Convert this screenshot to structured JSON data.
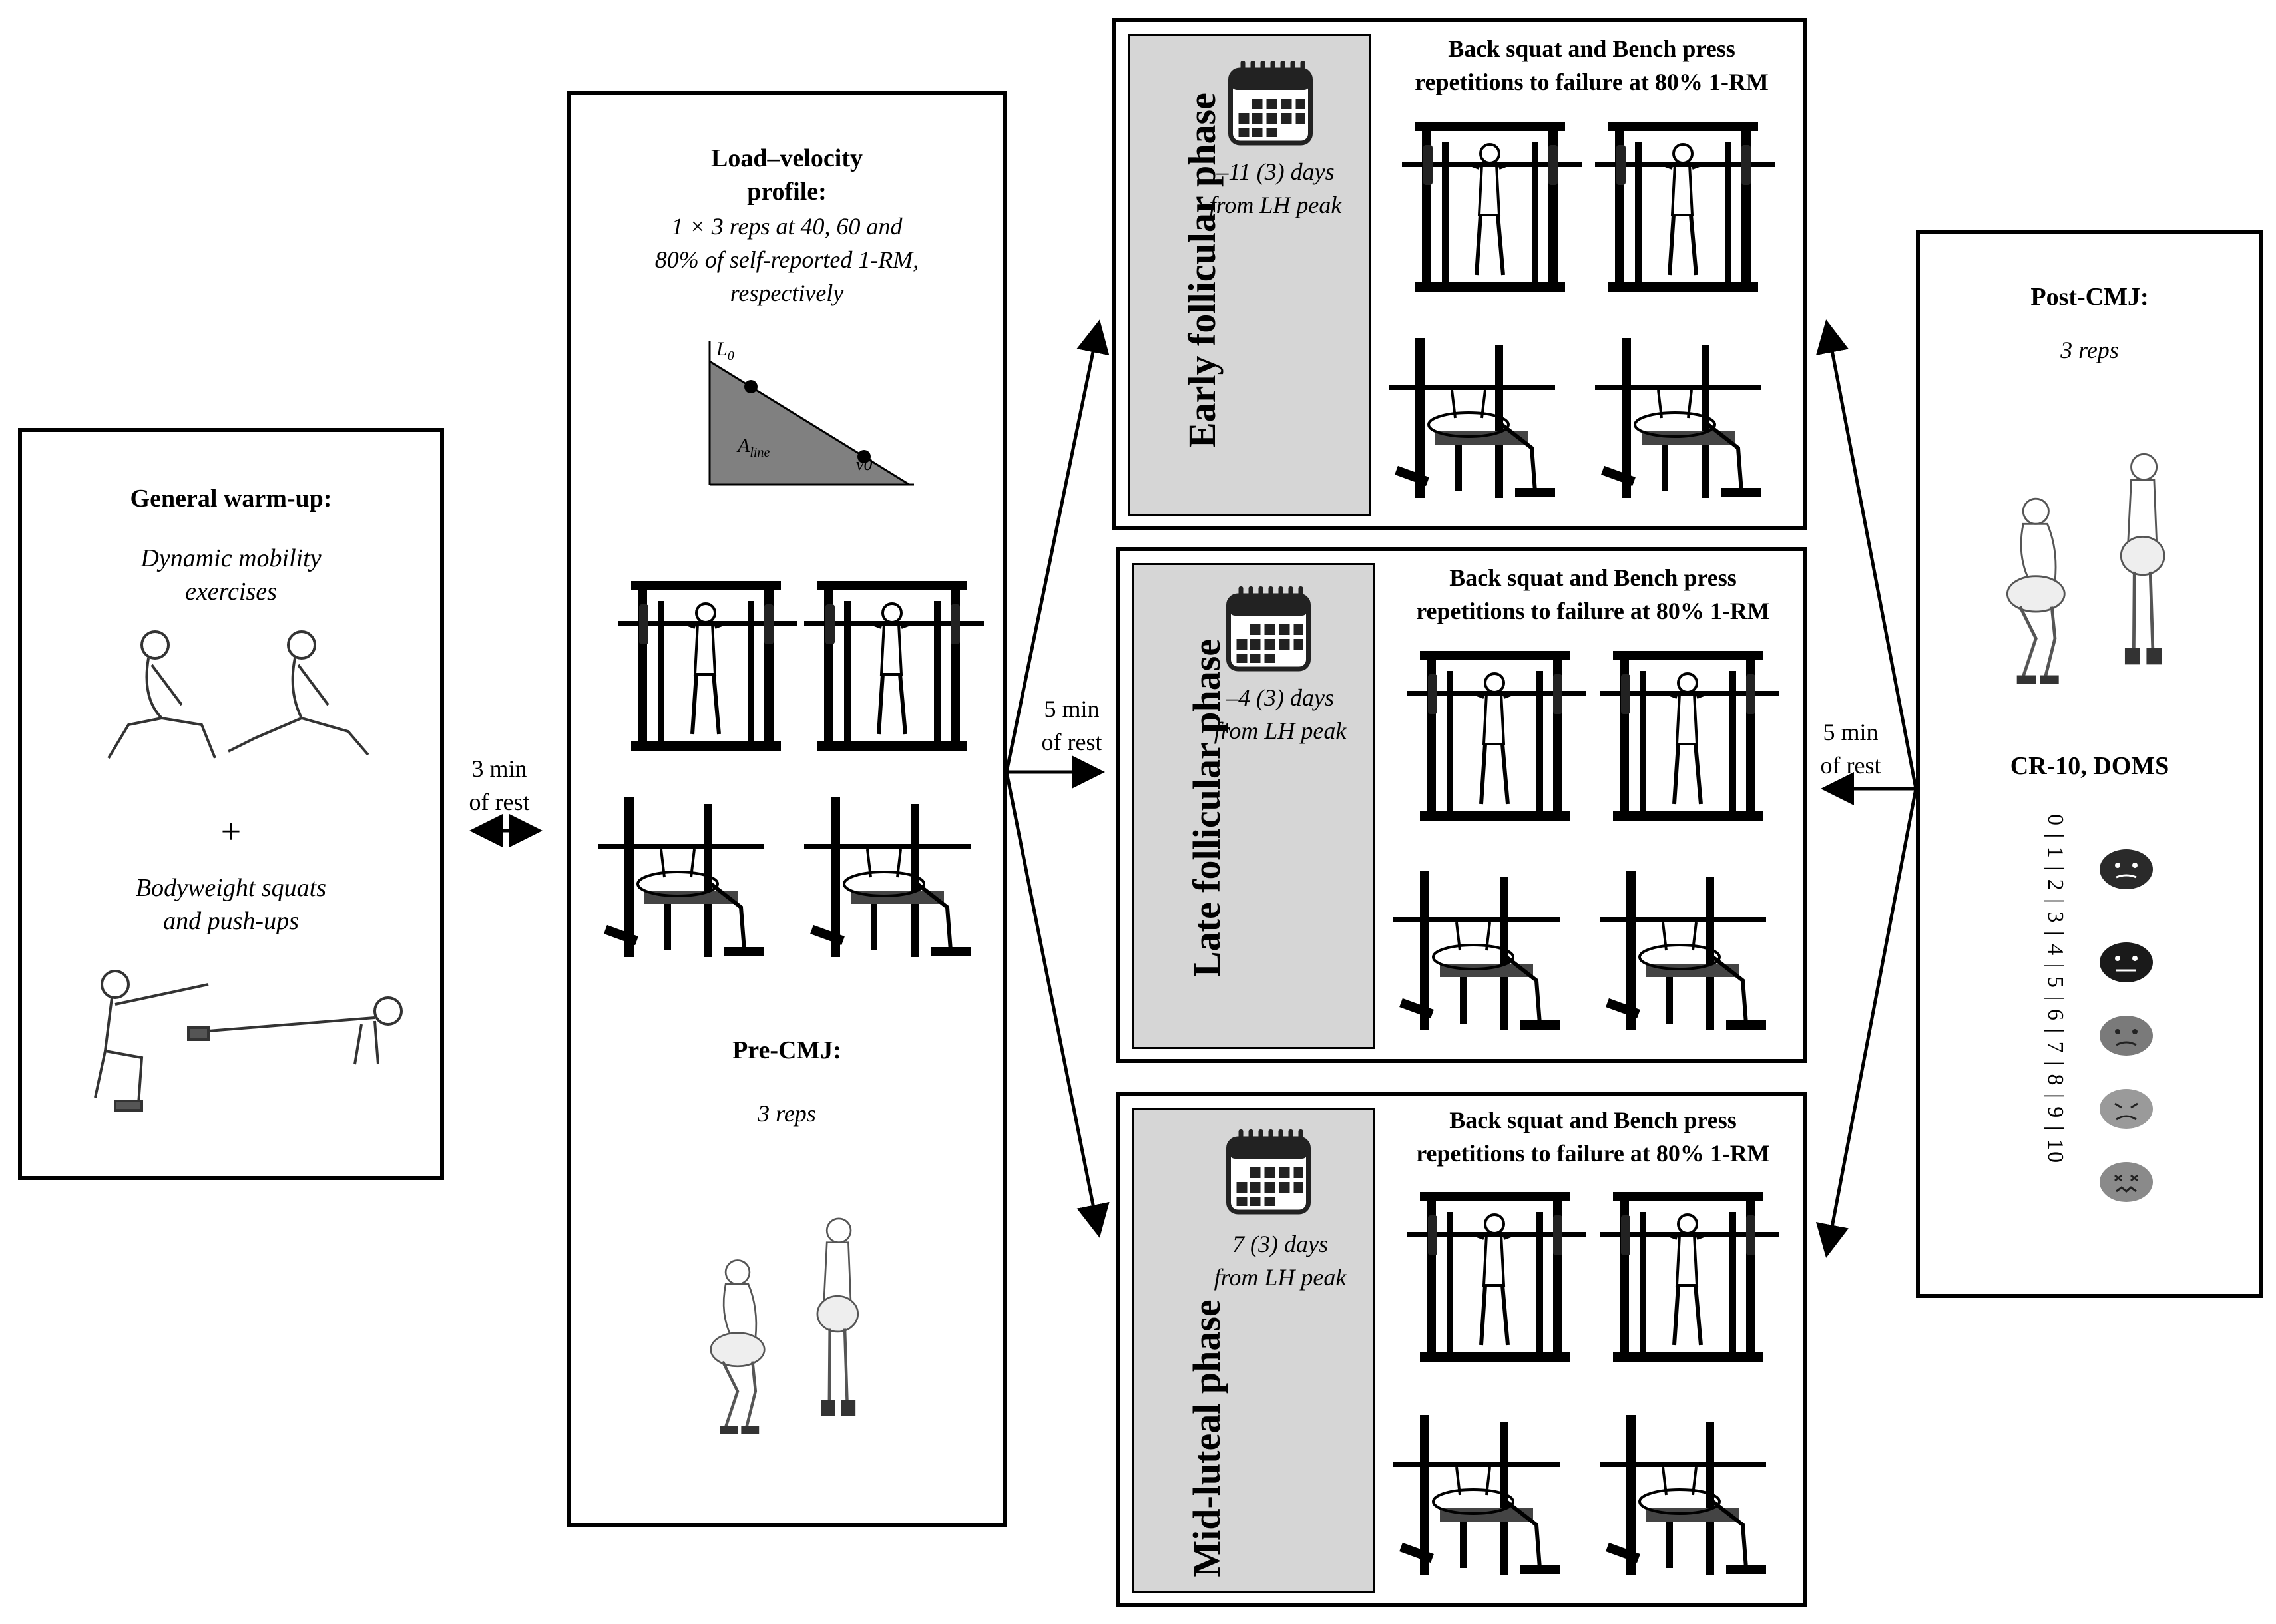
{
  "warmup": {
    "title": "General warm-up:",
    "mobility": [
      "Dynamic mobility",
      "exercises"
    ],
    "plus": "+",
    "bodyweight": [
      "Bodyweight squats",
      "and push-ups"
    ]
  },
  "rest1": [
    "3 min",
    "of rest"
  ],
  "lvp": {
    "title": [
      "Load–velocity",
      "profile:"
    ],
    "desc": [
      "1 × 3 reps at 40, 60 and",
      "80% of self-reported 1-RM,",
      "respectively"
    ],
    "graph": {
      "l0": "L",
      "l0_sub": "0",
      "aline": "A",
      "aline_sub": "line",
      "v0": "v0"
    },
    "precmj_title": "Pre-CMJ:",
    "precmj_reps": "3 reps"
  },
  "rest2": [
    "5 min",
    "of rest"
  ],
  "phases": [
    {
      "name": "Early follicular phase",
      "days": [
        "–11 (3) days",
        "from LH peak"
      ],
      "title": [
        "Back squat and Bench press",
        "repetitions to failure at 80% 1-RM"
      ]
    },
    {
      "name": "Late follicular phase",
      "days": [
        "–4 (3) days",
        "from LH peak"
      ],
      "title": [
        "Back squat and Bench press",
        "repetitions to failure at 80% 1-RM"
      ]
    },
    {
      "name": "Mid-luteal phase",
      "days": [
        "7 (3) days",
        "from LH peak"
      ],
      "title": [
        "Back squat and Bench press",
        "repetitions to failure at 80% 1-RM"
      ]
    }
  ],
  "rest3": [
    "5 min",
    "of rest"
  ],
  "post": {
    "title": "Post-CMJ:",
    "reps": "3 reps",
    "scale_title": "CR-10, DOMS",
    "scale": "0 | 1 | 2 | 3 | 4 | 5 | 6 | 7 | 8 | 9 | 10"
  },
  "colors": {
    "box_fill": "#d6d6d6",
    "line": "#000000",
    "graph_fill": "#808080"
  },
  "icons": [
    "calendar-icon",
    "smith-squat-illustration",
    "bench-press-illustration",
    "jump-figure-illustration",
    "pain-face-icon"
  ]
}
